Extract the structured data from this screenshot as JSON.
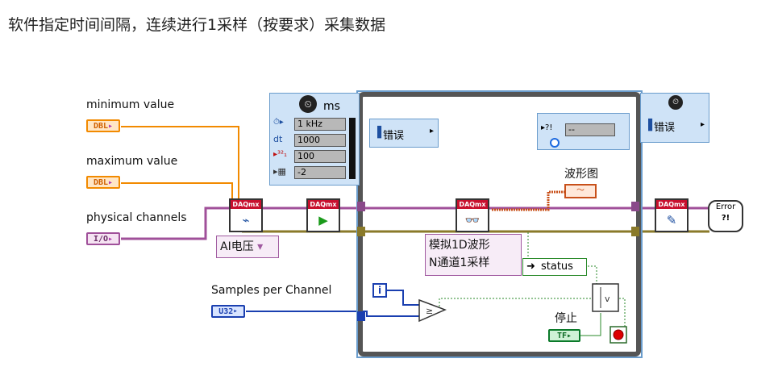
{
  "title": "软件指定时间间隔，连续进行1采样（按要求）采集数据",
  "inputs": {
    "min_label": "minimum value",
    "max_label": "maximum value",
    "phys_label": "physical channels",
    "spc_label": "Samples per Channel",
    "dbl": "DBL",
    "io": "I/O",
    "u32": "U32"
  },
  "timing": {
    "ms": "ms",
    "rate": "1 kHz",
    "dt": "1000",
    "count": "100",
    "last": "-2",
    "dt_label": "dt"
  },
  "loop": {
    "error_left": "错误",
    "error_right": "错误",
    "waveform_label": "波形图",
    "read_dropdown_line1": "模拟1D波形",
    "read_dropdown_line2": "N通道1采样",
    "status_label": "status",
    "stop_label": "停止",
    "iter": "i",
    "tf": "TF",
    "dash": "--"
  },
  "daq": {
    "header": "DAQmx",
    "channel_dropdown": "AI电压"
  },
  "error_out": "Error",
  "colors": {
    "dbl": "#f28a00",
    "io": "#a0509a",
    "u32": "#1a3fb0",
    "error_wire": "#8a7a2a",
    "wave_wire": "#c8501a"
  }
}
